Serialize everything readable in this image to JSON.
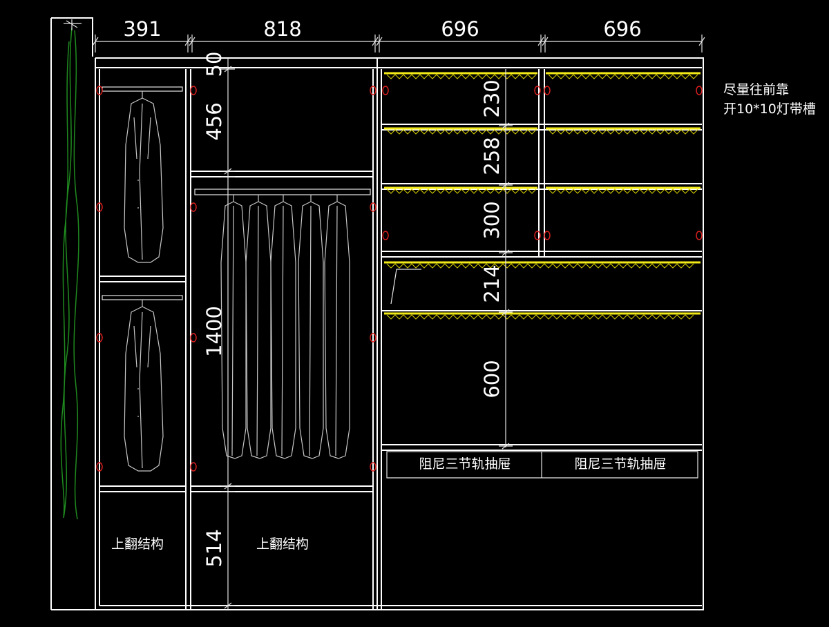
{
  "drawing": {
    "width_dimensions": [
      "391",
      "818",
      "696",
      "696"
    ],
    "left_bay_heights": [
      "50",
      "456",
      "1400",
      "514"
    ],
    "right_bay_heights": [
      "230",
      "258",
      "300",
      "214",
      "600"
    ],
    "drawer_labels": [
      "阻尼三节轨抽屉",
      "阻尼三节轨抽屉"
    ],
    "flip_labels": [
      "上翻结构",
      "上翻结构"
    ],
    "note_lines": [
      "尽量往前靠",
      "开10*10灯带槽"
    ],
    "colors": {
      "background": "#000000",
      "line": "#ffffff",
      "led_strip": "#f2ea18",
      "shelf_pin": "#e02020",
      "plant": "#1f8a1f"
    }
  }
}
